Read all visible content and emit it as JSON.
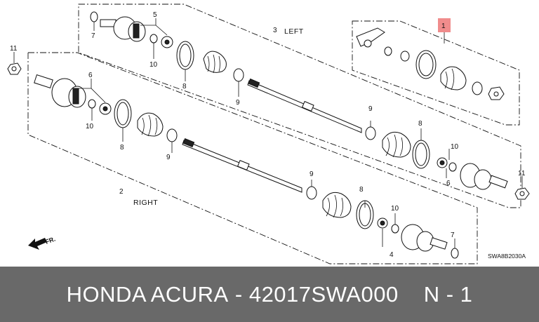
{
  "diagram": {
    "labels": {
      "left": "LEFT",
      "right": "RIGHT",
      "front": "FR.",
      "code": "SWA8B2030A",
      "n1": "1",
      "n2": "2",
      "n3": "3",
      "n4": "4",
      "n5": "5",
      "n6a": "6",
      "n6b": "6",
      "n7a": "7",
      "n7b": "7",
      "n8a": "8",
      "n8b": "8",
      "n8c": "8",
      "n8d": "8",
      "n9a": "9",
      "n9b": "9",
      "n9c": "9",
      "n9d": "9",
      "n10a": "10",
      "n10b": "10",
      "n10c": "10",
      "n10d": "10",
      "n11a": "11",
      "n11b": "11"
    },
    "highlight_color": "#f08c8c"
  },
  "footer": {
    "brand": "HONDA ACURA",
    "separator": "-",
    "part_number": "42017SWA000",
    "position": "N - 1"
  }
}
